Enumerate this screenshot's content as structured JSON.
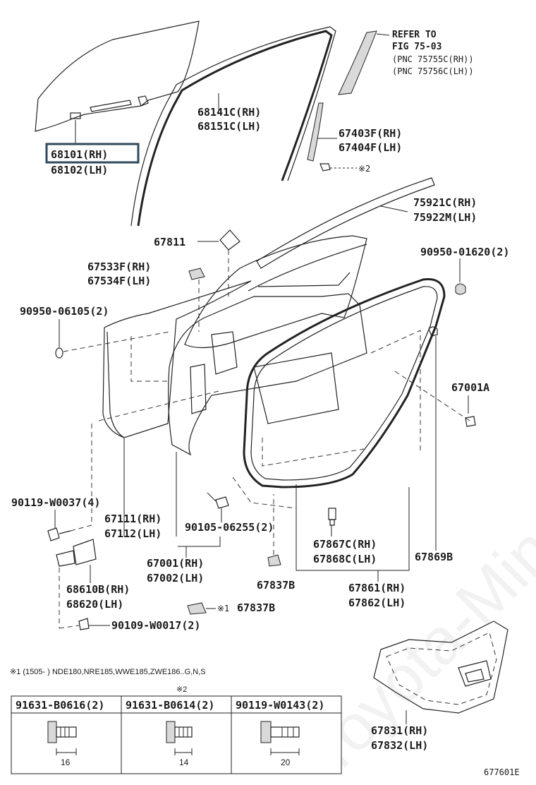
{
  "watermark": "Toyota-Mine.ru",
  "refer": {
    "line1": "REFER TO",
    "line2": "FIG 75-03",
    "line3": "(PNC 75755C(RH))",
    "line4": "(PNC 75756C(LH))"
  },
  "parts": {
    "glass_rh": "68101(RH)",
    "glass_lh": "68102(LH)",
    "run_rh": "68141C(RH)",
    "run_lh": "68151C(LH)",
    "seal_rh": "67403F(RH)",
    "seal_lh": "67404F(LH)",
    "mark_2_top": "※2",
    "mould_rh": "75921C(RH)",
    "mould_lh": "75922M(LH)",
    "p67811": "67811",
    "p67533_rh": "67533F(RH)",
    "p67534_lh": "67534F(LH)",
    "clip_top_right": "90950-01620(2)",
    "clip_left": "90950-06105(2)",
    "p67001a": "67001A",
    "bolt_left": "90119-W0037(4)",
    "panel_rh": "67111(RH)",
    "panel_lh": "67112(LH)",
    "bolt_mid": "90105-06255(2)",
    "door_rh": "67001(RH)",
    "door_lh": "67002(LH)",
    "hinge_rh": "68610B(RH)",
    "hinge_lh": "68620(LH)",
    "p67837b_a": "67837B",
    "p67837b_b": "67837B",
    "mark_1": "※1",
    "bolt_bottom": "90109-W0017(2)",
    "w67867c": "67867C(RH)",
    "w67868c": "67868C(LH)",
    "w67869b": "67869B",
    "w67861": "67861(RH)",
    "w67862": "67862(LH)",
    "film_rh": "67831(RH)",
    "film_lh": "67832(LH)"
  },
  "footnote": {
    "text": "※1 (1505-      ) NDE180,NRE185,WWE185,ZWE186..G,N,S",
    "mark_2": "※2"
  },
  "bolts_table": [
    {
      "part": "91631-B0616(2)",
      "length": "16"
    },
    {
      "part": "91631-B0614(2)",
      "length": "14"
    },
    {
      "part": "90119-W0143(2)",
      "length": "20"
    }
  ],
  "figure_code": "677601E"
}
